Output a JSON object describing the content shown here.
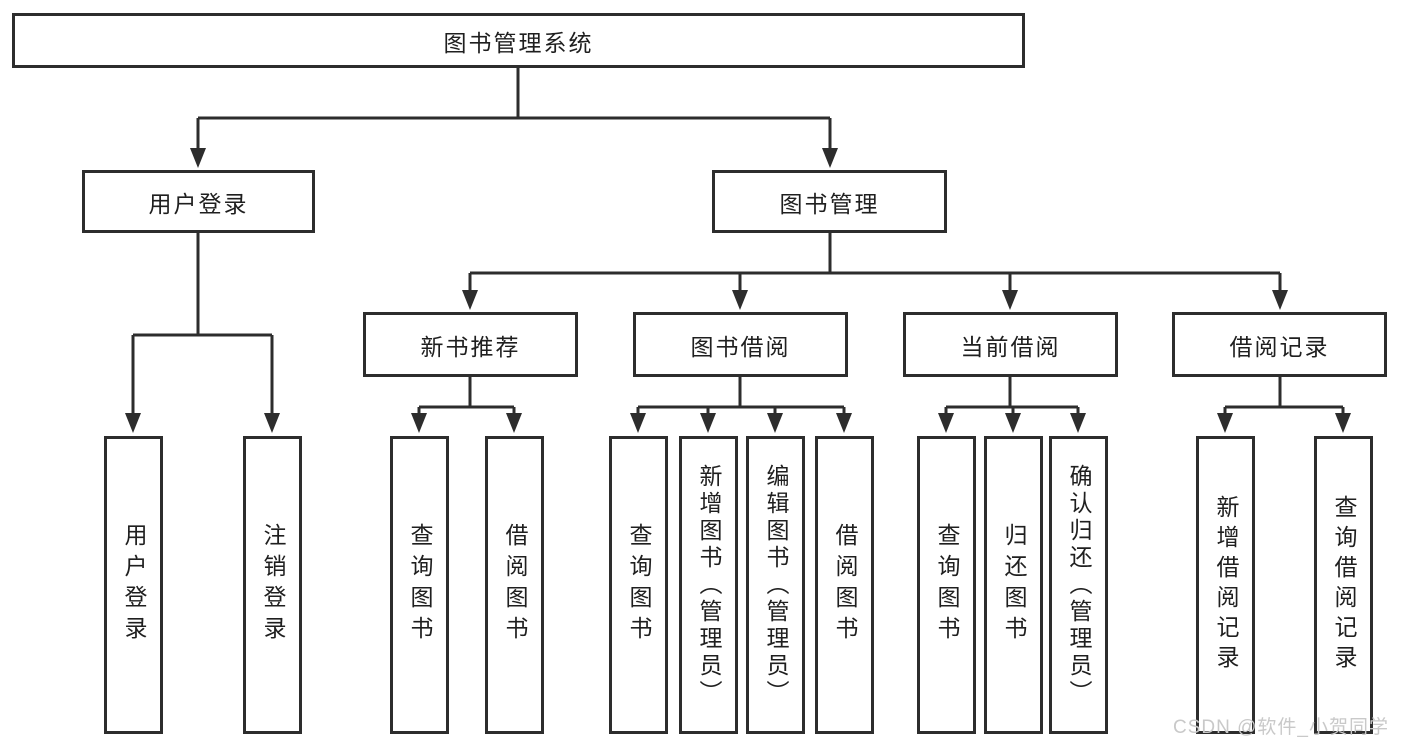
{
  "diagram": {
    "root": {
      "label": "图书管理系统"
    },
    "branches": [
      {
        "label": "用户登录",
        "children": [
          "用户登录",
          "注销登录"
        ]
      },
      {
        "label": "图书管理",
        "children": [
          {
            "label": "新书推荐",
            "children": [
              "查询图书",
              "借阅图书"
            ]
          },
          {
            "label": "图书借阅",
            "children": [
              "查询图书",
              "新增图书（管理员）",
              "编辑图书（管理员）",
              "借阅图书"
            ]
          },
          {
            "label": "当前借阅",
            "children": [
              "查询图书",
              "归还图书",
              "确认归还（管理员）"
            ]
          },
          {
            "label": "借阅记录",
            "children": [
              "新增借阅记录",
              "查询借阅记录"
            ]
          }
        ]
      }
    ]
  },
  "watermark": {
    "text": "CSDN @软件_小贺同学"
  },
  "colors": {
    "line": "#2d2d2d",
    "box_border": "#2d2d2d",
    "text": "#1f1f1f",
    "watermark_text": "#c9c9c9",
    "background": "#ffffff"
  }
}
